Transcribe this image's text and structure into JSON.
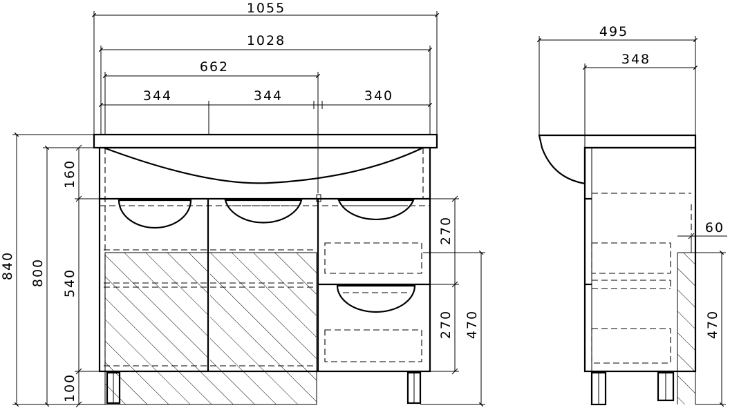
{
  "dimensions": {
    "front_top": {
      "total_width": "1055",
      "basin_width": "1028",
      "cabinet_width": "662",
      "left_door": "344",
      "middle_door": "344",
      "drawer_unit": "340"
    },
    "front_left": {
      "total_height": "840",
      "body_height": "800",
      "basin_depth": "160",
      "door_height": "540",
      "leg_height": "100"
    },
    "front_right": {
      "upper_drawer": "270",
      "lower_drawer": "270",
      "wall_outlet_height": "470"
    },
    "side_top": {
      "total_depth": "495",
      "body_depth": "348"
    },
    "side_right": {
      "back_offset": "60",
      "wall_outlet_height": "470"
    }
  }
}
